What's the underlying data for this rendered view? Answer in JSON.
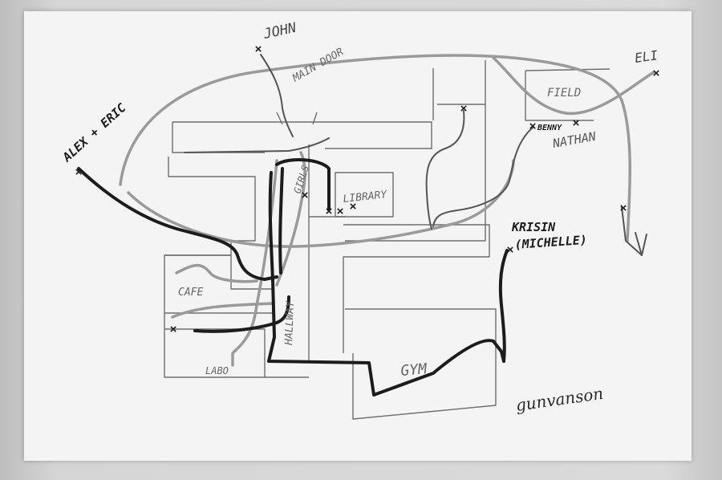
{
  "diagram": {
    "people": {
      "john": "JOHN",
      "alex_eric": "ALEX + ERIC",
      "eli": "ELI",
      "benny": "BENNY",
      "nathan": "NATHAN",
      "krisin": "KRISIN",
      "michelle": "(MICHELLE)"
    },
    "places": {
      "main_door": "MAIN DOOR",
      "field": "FIELD",
      "library": "LIBRARY",
      "girls": "GIRLS",
      "cafe": "CAFE",
      "hallway": "HALLWAY",
      "labo": "LABO",
      "gym": "GYM"
    },
    "signature": "gunvanson",
    "marker": "×",
    "colors": {
      "paper": "#f4f4f4",
      "ink_dark": "#1c1c1c",
      "ink_gray": "#9a9a9a",
      "ink_walls": "#6e6e6e"
    }
  }
}
